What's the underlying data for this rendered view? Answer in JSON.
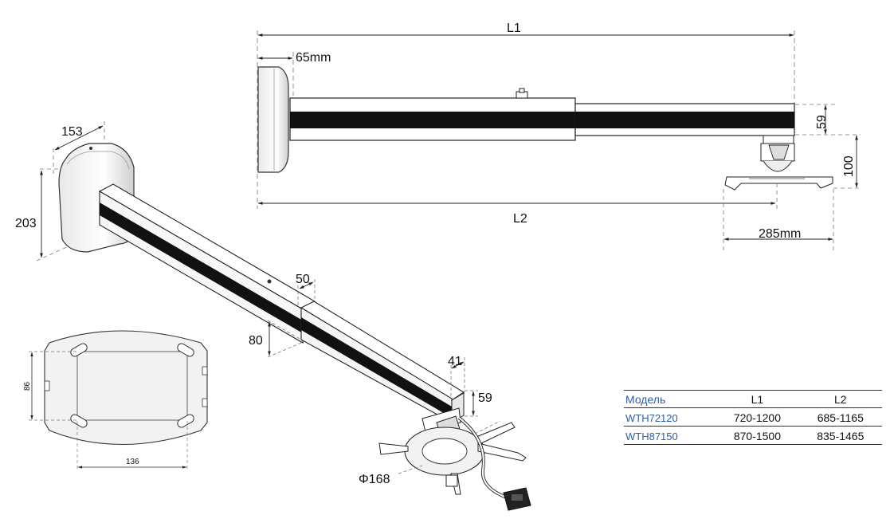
{
  "top_view": {
    "l1_label": "L1",
    "l2_label": "L2",
    "wall_depth_label": "65mm",
    "arm_height_label": "59",
    "mount_height_label": "100",
    "mount_offset_label": "285mm"
  },
  "perspective_view": {
    "plate_width_label": "153",
    "plate_height_label": "203",
    "inner_tube_width_label": "50",
    "outer_tube_height_label": "80",
    "end_width_label": "41",
    "end_height_label": "59",
    "flange_diameter_label": "Φ168"
  },
  "plate_view": {
    "hole_spacing_vertical_label": "86",
    "hole_spacing_horizontal_label": "136"
  },
  "spec_table": {
    "headers": [
      "Модель",
      "L1",
      "L2"
    ],
    "rows": [
      {
        "model": "WTH72120",
        "l1": "720-1200",
        "l2": "685-1165"
      },
      {
        "model": "WTH87150",
        "l1": "870-1500",
        "l2": "835-1465"
      }
    ]
  }
}
